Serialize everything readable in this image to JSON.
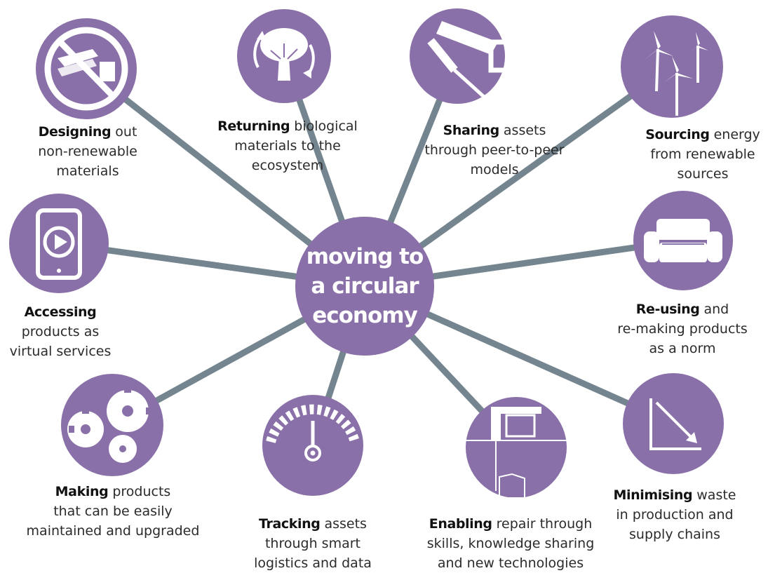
{
  "hub": {
    "line1": "moving to",
    "line2": "a circular",
    "line3": "economy"
  },
  "colors": {
    "circle": "#8a70a8",
    "spoke": "#74858f",
    "text": "#2b2b2b"
  },
  "items": [
    {
      "icon": "no-new-materials-icon",
      "bold": "Designing",
      "rest1": " out",
      "line2": "non-renewable",
      "line3": "materials"
    },
    {
      "icon": "tree-cycle-icon",
      "bold": "Returning",
      "rest1": " biological",
      "line2": "materials to the",
      "line3": "ecosystem"
    },
    {
      "icon": "saw-screwdriver-icon",
      "bold": "Sharing",
      "rest1": " assets",
      "line2": "through peer-to-peer",
      "line3": "models"
    },
    {
      "icon": "wind-turbines-icon",
      "bold": "Sourcing",
      "rest1": " energy",
      "line2": "from renewable",
      "line3": "sources"
    },
    {
      "icon": "tablet-play-icon",
      "bold": "Accessing",
      "rest1": "",
      "line2": "products as",
      "line3": "virtual services"
    },
    {
      "icon": "sofa-icon",
      "bold": "Re-using",
      "rest1": " and",
      "line2": "re-making products",
      "line3": "as a norm"
    },
    {
      "icon": "gears-icon",
      "bold": "Making",
      "rest1": " products",
      "line2": "that can be easily",
      "line3": "maintained and upgraded"
    },
    {
      "icon": "gauge-icon",
      "bold": "Tracking",
      "rest1": " assets",
      "line2": "through smart",
      "line3": "logistics and data"
    },
    {
      "icon": "3d-printer-icon",
      "bold": "Enabling",
      "rest1": " repair through",
      "line2": "skills, knowledge sharing",
      "line3": "and new technologies"
    },
    {
      "icon": "declining-chart-icon",
      "bold": "Minimising",
      "rest1": " waste",
      "line2": "in production and",
      "line3": "supply chains"
    }
  ]
}
